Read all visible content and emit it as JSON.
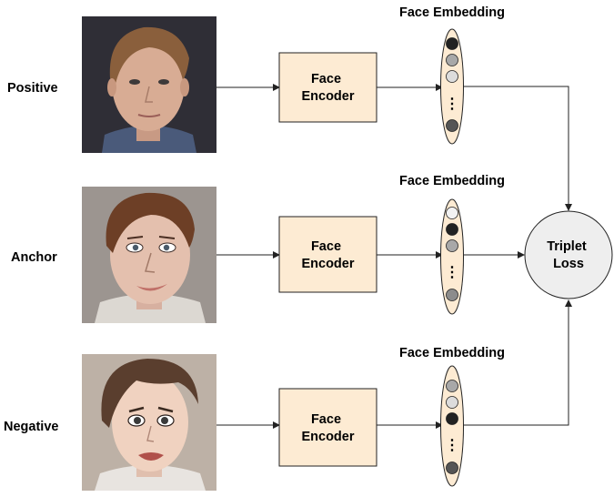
{
  "rows": [
    {
      "role": "Positive",
      "portrait": "photo-portrait",
      "encoder": "Face\nEncoder",
      "embedding_title": "Face Embedding",
      "embedding_cells": [
        "#222222",
        "#a8a8a8",
        "#dcdcdc",
        "ellipsis",
        "#555555"
      ]
    },
    {
      "role": "Anchor",
      "portrait": "cartoon-portrait",
      "encoder": "Face\nEncoder",
      "embedding_title": "Face Embedding",
      "embedding_cells": [
        "#f2f2f2",
        "#222222",
        "#a8a8a8",
        "ellipsis",
        "#8c8c8c"
      ]
    },
    {
      "role": "Negative",
      "portrait": "anime-portrait",
      "encoder": "Face\nEncoder",
      "embedding_title": "Face Embedding",
      "embedding_cells": [
        "#a8a8a8",
        "#dcdcdc",
        "#222222",
        "ellipsis",
        "#555555"
      ]
    }
  ],
  "loss": {
    "label": "Triplet\nLoss"
  },
  "ellipsis": "⋮",
  "colors": {
    "encoder_fill": "#fdebd3",
    "embedding_fill": "#fdebd3",
    "loss_fill": "#eeeeee",
    "stroke": "#222222"
  }
}
